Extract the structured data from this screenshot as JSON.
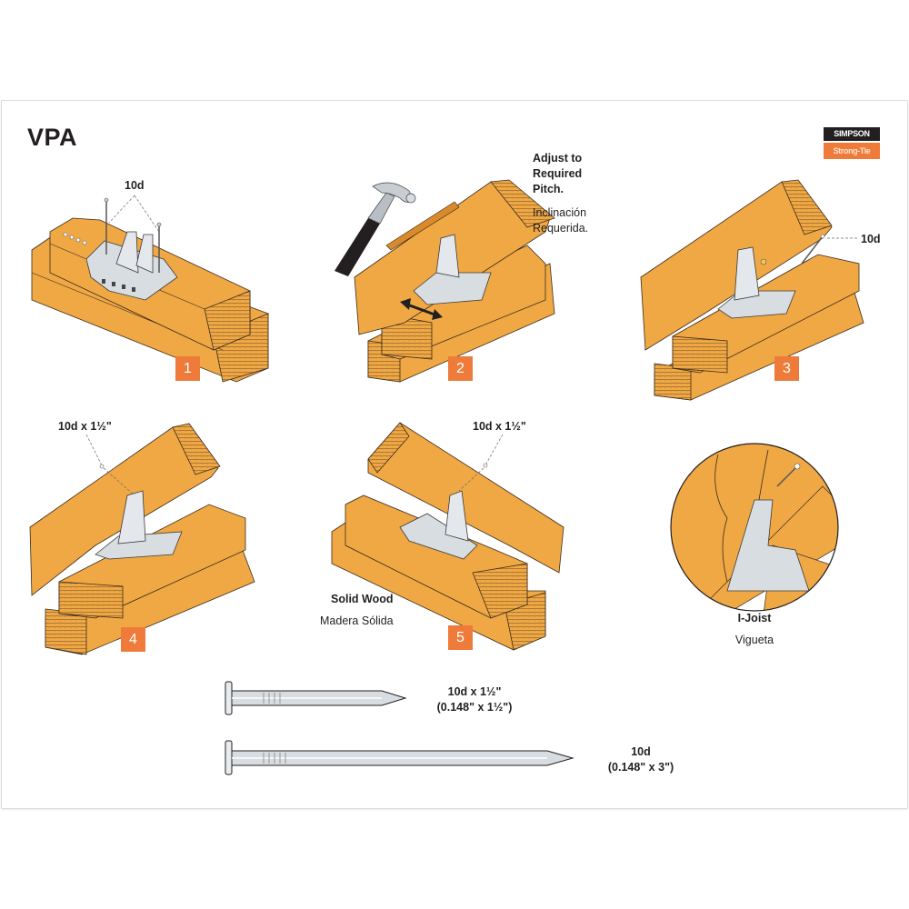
{
  "document": {
    "title": "VPA",
    "brand": {
      "line1": "SIMPSON",
      "line2": "Strong-Tie",
      "colors": {
        "dark": "#231f20",
        "orange": "#ef7b3a"
      }
    }
  },
  "colors": {
    "wood": "#f0a845",
    "wood_dark": "#d98a2a",
    "metal": "#d8dde2",
    "badge": "#ef7b3a",
    "outline": "#3a2a1a"
  },
  "steps": [
    {
      "number": "1",
      "callouts": [
        "10d"
      ]
    },
    {
      "number": "2",
      "note_bold": [
        "Adjust to",
        "Required",
        "Pitch."
      ],
      "note_regular": [
        "Inclinación",
        "Requerida."
      ]
    },
    {
      "number": "3",
      "callouts": [
        "10d"
      ]
    },
    {
      "number": "4",
      "callouts": [
        "10d x 1½\""
      ]
    },
    {
      "number": "5",
      "callouts": [
        "10d x 1½\""
      ],
      "caption_bold": "Solid Wood",
      "caption_regular": "Madera Sólida"
    }
  ],
  "detail": {
    "caption_bold": "I-Joist",
    "caption_regular": "Vigueta"
  },
  "nails": [
    {
      "name": "10d x 1½\"",
      "spec": "(0.148\" x 1½\")"
    },
    {
      "name": "10d",
      "spec": "(0.148\" x 3\")"
    }
  ]
}
